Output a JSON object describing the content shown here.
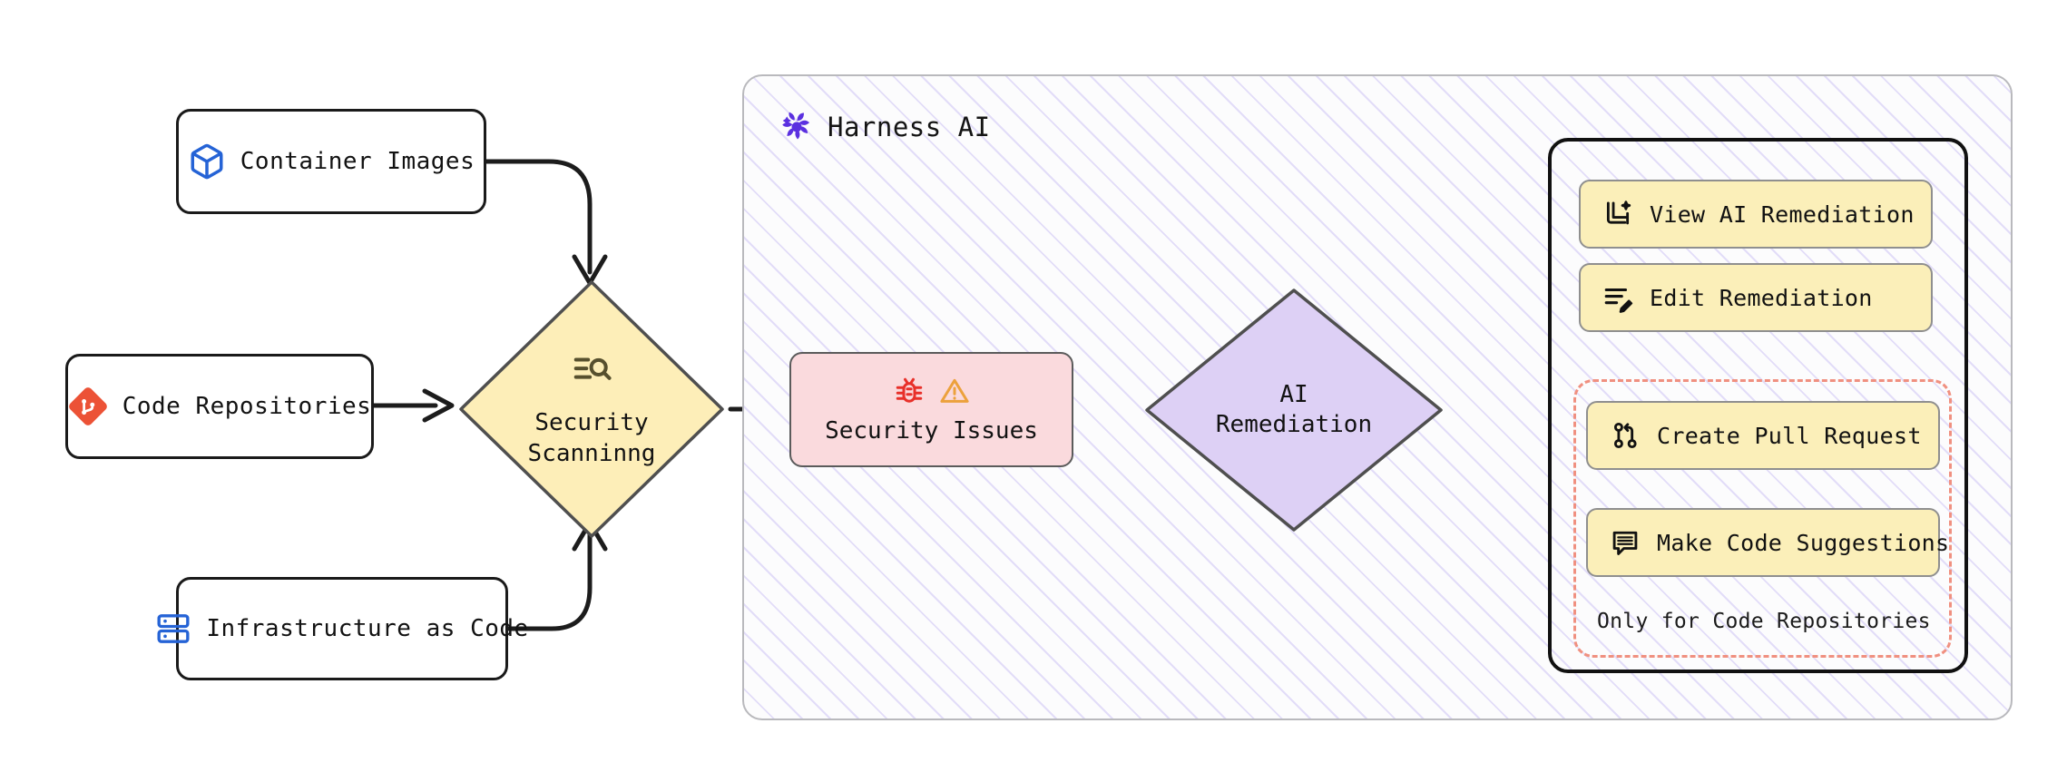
{
  "diagram": {
    "title": "Harness AI security scanning and AI remediation flow",
    "background": "#ffffff"
  },
  "sources": [
    {
      "id": "container-images",
      "label": "Container Images",
      "icon": "cube-icon",
      "icon_color": "#2563d6"
    },
    {
      "id": "code-repositories",
      "label": "Code Repositories",
      "icon": "git-repository-icon",
      "icon_color": "#ec5236"
    },
    {
      "id": "infrastructure-as-code",
      "label": "Infrastructure as Code",
      "icon": "server-stack-icon",
      "icon_color": "#2563d6"
    }
  ],
  "scanning": {
    "label_line1": "Security",
    "label_line2": "Scanninng",
    "icon": "scan-search-icon",
    "fill": "#fdeeb8",
    "stroke": "#4f4f4f"
  },
  "harness": {
    "title": "Harness AI",
    "logo": "harness-pinwheel-icon",
    "logo_color": "#5b30e0",
    "hatch_color": "#7c60e6"
  },
  "issues": {
    "label": "Security Issues",
    "icons": [
      "bug-icon",
      "warning-triangle-icon"
    ],
    "bug_color": "#e8302a",
    "warning_color": "#eca13c",
    "fill": "#fadadd",
    "stroke": "#5b5b5b"
  },
  "remediation": {
    "label_line1": "AI",
    "label_line2": "Remediation",
    "fill": "#ddd0f5",
    "stroke": "#4f4f4f"
  },
  "actions": {
    "items": [
      {
        "id": "view-ai-remediation",
        "label": "View AI Remediation",
        "icon": "ai-sparkle-document-icon",
        "restricted": false
      },
      {
        "id": "edit-remediation",
        "label": "Edit Remediation",
        "icon": "list-pencil-icon",
        "restricted": false
      },
      {
        "id": "create-pull-request",
        "label": "Create Pull Request",
        "icon": "git-pull-request-icon",
        "restricted": true
      },
      {
        "id": "make-code-suggestions",
        "label": "Make Code Suggestions",
        "icon": "comment-lines-icon",
        "restricted": true
      }
    ],
    "restriction_note": "Only for Code Repositories",
    "restriction_border_color": "#f09080",
    "button_fill": "#fbefb9",
    "button_stroke": "#8f8f8f"
  }
}
